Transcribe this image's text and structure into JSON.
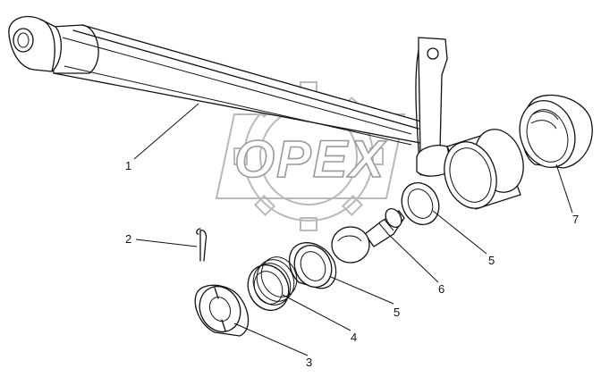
{
  "watermark": {
    "text": "OPEX"
  },
  "callouts": [
    {
      "id": "1",
      "label": "1"
    },
    {
      "id": "2",
      "label": "2"
    },
    {
      "id": "3",
      "label": "3"
    },
    {
      "id": "4",
      "label": "4"
    },
    {
      "id": "5a",
      "label": "5"
    },
    {
      "id": "5b",
      "label": "5"
    },
    {
      "id": "6",
      "label": "6"
    },
    {
      "id": "7",
      "label": "7"
    }
  ]
}
